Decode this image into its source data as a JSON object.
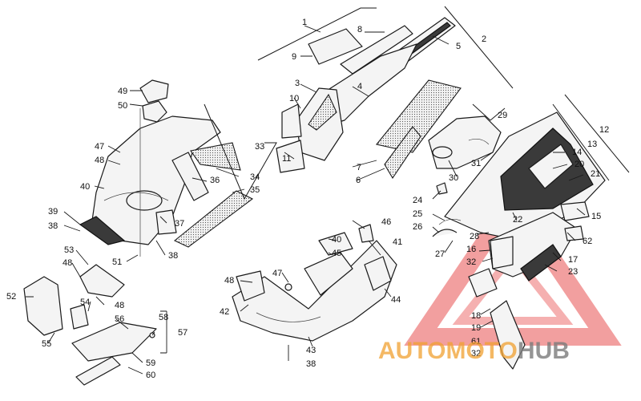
{
  "callouts": [
    "1",
    "2",
    "3",
    "4",
    "5",
    "6",
    "7",
    "8",
    "9",
    "10",
    "11",
    "12",
    "13",
    "14",
    "15",
    "16",
    "17",
    "18",
    "19",
    "20",
    "21",
    "22",
    "23",
    "24",
    "25",
    "26",
    "27",
    "28",
    "29",
    "30",
    "31",
    "32",
    "33",
    "34",
    "35",
    "36",
    "37",
    "38",
    "39",
    "40",
    "41",
    "42",
    "43",
    "44",
    "45",
    "46",
    "47",
    "48",
    "49",
    "50",
    "51",
    "52",
    "53",
    "54",
    "55",
    "56",
    "57",
    "58",
    "59",
    "60",
    "61",
    "62"
  ],
  "watermark": {
    "part1": "AUTO",
    "part2": "MOTO",
    "part3": "HUB"
  },
  "colors": {
    "line": "#1a1a1a",
    "watermark_red": "#e85050",
    "watermark_orange": "#f0a030",
    "watermark_grey": "#7a7a7a"
  }
}
